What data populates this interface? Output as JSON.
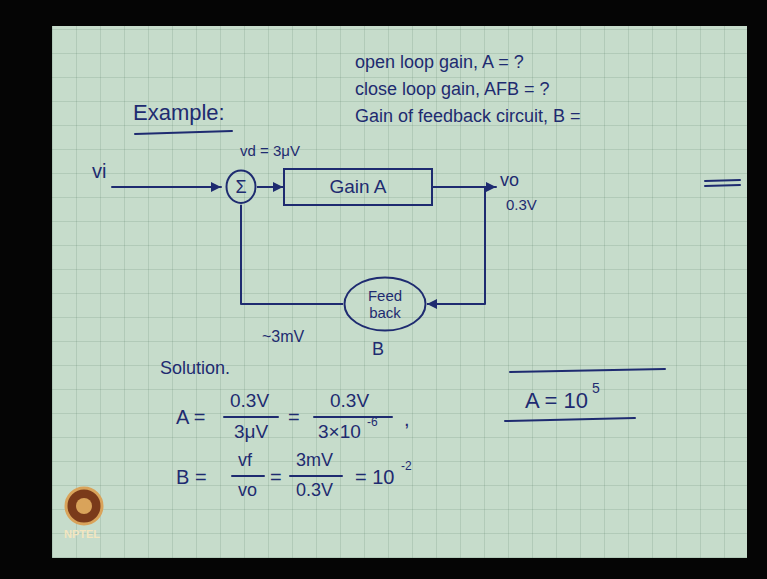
{
  "diagram": {
    "nodes": [
      {
        "text": [
          "Σ"
        ]
      },
      {
        "text": [
          "Gain A"
        ]
      },
      {
        "text": [
          "Feed back"
        ]
      }
    ],
    "edges": [
      {
        "from": 0,
        "to": 1,
        "arrow": "to"
      },
      {
        "from": 1,
        "to": 2,
        "arrow": "to"
      },
      {
        "from": 2,
        "to": 0,
        "arrow": "none"
      }
    ],
    "labels": [
      "Example:",
      "open loop gain, A = ?",
      "close loop gain, AFB = ?",
      "Gain of feedback circuit, B =",
      "vi",
      "vd = 3μV",
      "vo",
      "0.3V",
      "~3mV",
      "B",
      "Solution.",
      "A =",
      "0.3V",
      "3μV",
      "=",
      "0.3V",
      "3×10",
      "-6",
      ",",
      "A = 10",
      "5",
      "B =",
      "vf",
      "vo",
      "=",
      "3mV",
      "0.3V",
      "= 10",
      "-2",
      "NPTEL"
    ]
  }
}
